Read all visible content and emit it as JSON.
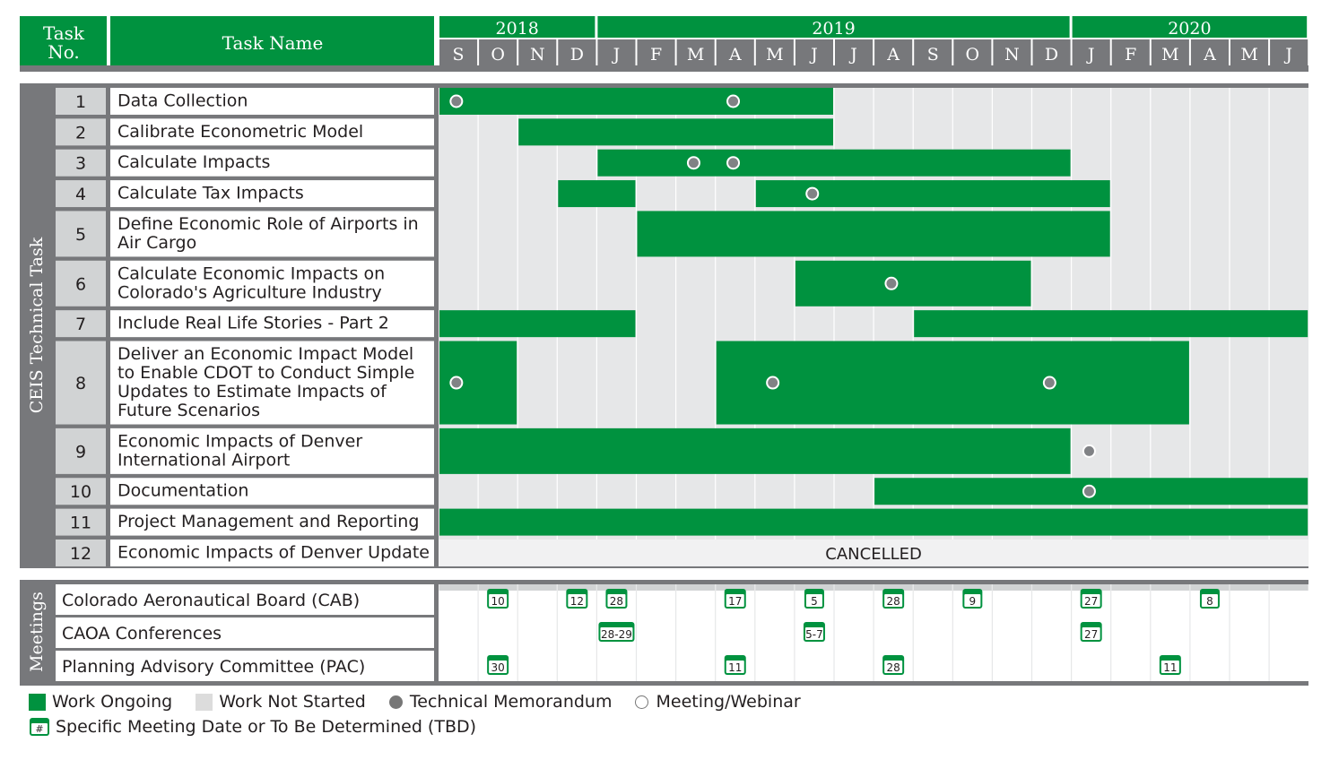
{
  "header": {
    "task_no_line1": "Task",
    "task_no_line2": "No.",
    "task_name": "Task Name",
    "years": [
      "2018",
      "2019",
      "2020"
    ],
    "months": [
      "S",
      "O",
      "N",
      "D",
      "J",
      "F",
      "M",
      "A",
      "M",
      "J",
      "J",
      "A",
      "S",
      "O",
      "N",
      "D",
      "J",
      "F",
      "M",
      "A",
      "M",
      "J"
    ]
  },
  "section_labels": {
    "technical": "CEIS Technical Task",
    "meetings": "Meetings"
  },
  "chart_data": {
    "type": "gantt",
    "timeline_start": "2018-09",
    "timeline_end": "2020-06",
    "tasks": [
      {
        "no": "1",
        "name_lines": [
          "Data Collection"
        ],
        "bars": [
          [
            "2018-09",
            "2019-06"
          ]
        ],
        "memos": [
          "2018-09",
          "2019-04"
        ]
      },
      {
        "no": "2",
        "name_lines": [
          "Calibrate Econometric Model"
        ],
        "bars": [
          [
            "2018-11",
            "2019-06"
          ]
        ],
        "memos": []
      },
      {
        "no": "3",
        "name_lines": [
          "Calculate Impacts"
        ],
        "bars": [
          [
            "2019-01",
            "2019-12"
          ]
        ],
        "memos": [
          "2019-03",
          "2019-04"
        ]
      },
      {
        "no": "4",
        "name_lines": [
          "Calculate Tax Impacts"
        ],
        "bars": [
          [
            "2018-12",
            "2019-01"
          ],
          [
            "2019-05",
            "2020-01"
          ]
        ],
        "memos": [
          "2019-06"
        ]
      },
      {
        "no": "5",
        "name_lines": [
          "Define Economic Role of Airports in",
          "Air Cargo"
        ],
        "bars": [
          [
            "2019-02",
            "2020-01"
          ]
        ],
        "memos": []
      },
      {
        "no": "6",
        "name_lines": [
          "Calculate Economic Impacts on",
          "Colorado's Agriculture Industry"
        ],
        "bars": [
          [
            "2019-06",
            "2019-11"
          ]
        ],
        "memos": [
          "2019-08"
        ]
      },
      {
        "no": "7",
        "name_lines": [
          "Include Real Life Stories - Part 2"
        ],
        "bars": [
          [
            "2018-09",
            "2019-01"
          ],
          [
            "2019-09",
            "2020-06"
          ]
        ],
        "memos": []
      },
      {
        "no": "8",
        "name_lines": [
          "Deliver an Economic Impact Model",
          "to Enable CDOT to Conduct Simple",
          "Updates to Estimate Impacts of",
          "Future Scenarios"
        ],
        "bars": [
          [
            "2018-09",
            "2018-10"
          ],
          [
            "2019-04",
            "2020-03"
          ]
        ],
        "memos": [
          "2018-09",
          "2019-05",
          "2019-12"
        ]
      },
      {
        "no": "9",
        "name_lines": [
          "Economic Impacts of Denver",
          "International Airport"
        ],
        "bars": [
          [
            "2018-09",
            "2019-12"
          ]
        ],
        "memos": [
          "2020-01"
        ]
      },
      {
        "no": "10",
        "name_lines": [
          "Documentation"
        ],
        "bars": [
          [
            "2019-08",
            "2020-06"
          ]
        ],
        "memos": [
          "2020-01"
        ]
      },
      {
        "no": "11",
        "name_lines": [
          "Project Management and Reporting"
        ],
        "bars": [
          [
            "2018-09",
            "2020-06"
          ]
        ],
        "memos": []
      },
      {
        "no": "12",
        "name_lines": [
          "Economic Impacts of Denver Update"
        ],
        "bars": [],
        "memos": [],
        "note": "CANCELLED"
      }
    ],
    "meetings": [
      {
        "name": "Colorado Aeronautical Board (CAB)",
        "dates": [
          {
            "month": "2018-10",
            "label": "10"
          },
          {
            "month": "2018-12",
            "label": "12"
          },
          {
            "month": "2019-01",
            "label": "28"
          },
          {
            "month": "2019-04",
            "label": "17"
          },
          {
            "month": "2019-06",
            "label": "5"
          },
          {
            "month": "2019-08",
            "label": "28"
          },
          {
            "month": "2019-10",
            "label": "9"
          },
          {
            "month": "2020-01",
            "label": "27"
          },
          {
            "month": "2020-04",
            "label": "8"
          }
        ]
      },
      {
        "name": "CAOA Conferences",
        "dates": [
          {
            "month": "2019-01",
            "label": "28-29"
          },
          {
            "month": "2019-06",
            "label": "5-7"
          },
          {
            "month": "2020-01",
            "label": "27"
          }
        ]
      },
      {
        "name": "Planning Advisory Committee (PAC)",
        "dates": [
          {
            "month": "2018-10",
            "label": "30"
          },
          {
            "month": "2019-04",
            "label": "11"
          },
          {
            "month": "2019-08",
            "label": "28"
          },
          {
            "month": "2020-03",
            "label": "11"
          }
        ]
      }
    ]
  },
  "legend": {
    "work_ongoing": "Work Ongoing",
    "work_not_started": "Work Not Started",
    "technical_memorandum": "Technical Memorandum",
    "meeting_webinar": "Meeting/Webinar",
    "meeting_date": "Specific Meeting Date or To Be Determined (TBD)",
    "meeting_icon_symbol": "#"
  },
  "colors": {
    "green": "#00923f",
    "header_gray": "#77787b",
    "not_started": "#e6e7e8",
    "cancelled": "#f1f1f2",
    "memo_dot": "#808285"
  }
}
